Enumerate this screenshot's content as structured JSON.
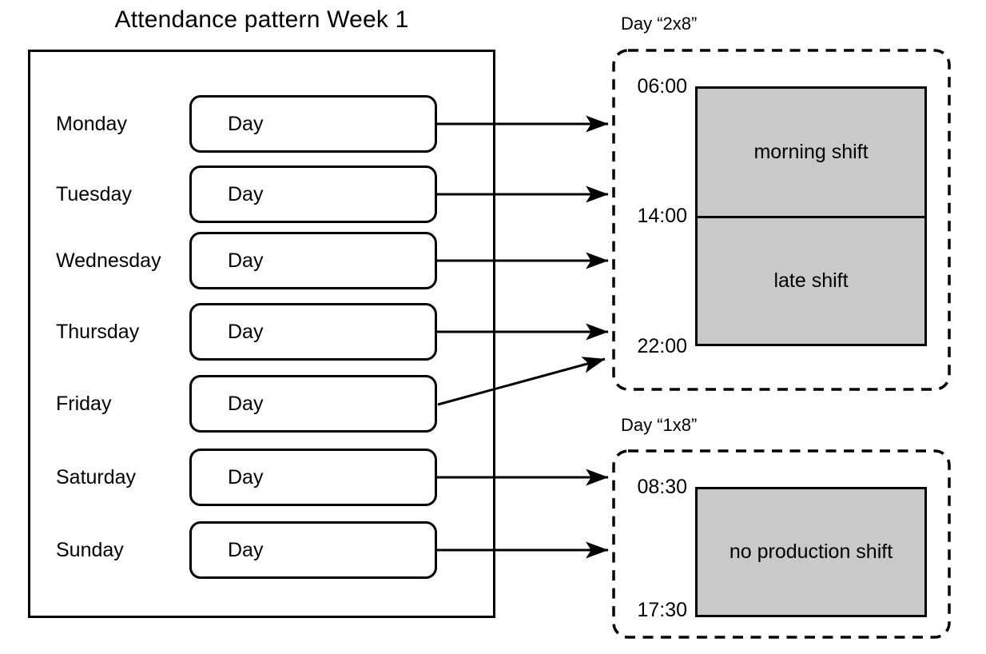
{
  "title": "Attendance pattern Week 1",
  "week": {
    "days": [
      {
        "name": "Monday",
        "box": "Day",
        "assigned_day_type": "2x8"
      },
      {
        "name": "Tuesday",
        "box": "Day",
        "assigned_day_type": "2x8"
      },
      {
        "name": "Wednesday",
        "box": "Day",
        "assigned_day_type": "2x8"
      },
      {
        "name": "Thursday",
        "box": "Day",
        "assigned_day_type": "2x8"
      },
      {
        "name": "Friday",
        "box": "Day",
        "assigned_day_type": "2x8"
      },
      {
        "name": "Saturday",
        "box": "Day",
        "assigned_day_type": "1x8"
      },
      {
        "name": "Sunday",
        "box": "Day",
        "assigned_day_type": "1x8"
      }
    ]
  },
  "day_types": [
    {
      "id": "2x8",
      "title": "Day “2x8”",
      "times": [
        "06:00",
        "14:00",
        "22:00"
      ],
      "shifts": [
        {
          "label": "morning shift",
          "from": "06:00",
          "to": "14:00"
        },
        {
          "label": "late shift",
          "from": "14:00",
          "to": "22:00"
        }
      ]
    },
    {
      "id": "1x8",
      "title": "Day “1x8”",
      "times": [
        "08:30",
        "17:30"
      ],
      "shifts": [
        {
          "label": "no production shift",
          "from": "08:30",
          "to": "17:30"
        }
      ]
    }
  ],
  "colors": {
    "line": "#000000",
    "shift_fill": "#c9c9c9",
    "background": "#ffffff"
  }
}
